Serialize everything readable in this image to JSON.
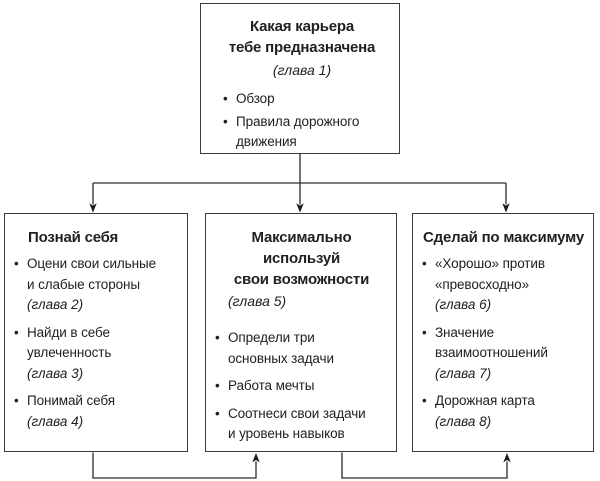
{
  "colors": {
    "line": "#2b2b2b",
    "arrow": "#1c1c1c",
    "border": "#3c3c3c",
    "background": "#ffffff",
    "text": "#212121"
  },
  "glyphs": {
    "bullet": "•"
  },
  "top_box": {
    "title_lines": [
      "Какая карьера",
      "тебе предназначена"
    ],
    "chapter": "(глава 1)",
    "bullets": [
      "Обзор",
      "Правила дорожного движения"
    ]
  },
  "left_box": {
    "title": "Познай себя",
    "items": [
      {
        "text": "Оцени свои сильные и слабые стороны",
        "chapter": "(глава 2)"
      },
      {
        "text": "Найди в себе увлеченность",
        "chapter": "(глава 3)"
      },
      {
        "text": "Понимай себя",
        "chapter": "(глава 4)"
      }
    ]
  },
  "middle_box": {
    "title_lines": [
      "Максимально используй",
      "свои возможности"
    ],
    "chapter": "(глава 5)",
    "bullets": [
      "Определи три основных задачи",
      "Работа мечты",
      "Соотнеси свои задачи и уровень навыков"
    ]
  },
  "right_box": {
    "title": "Сделай по максимуму",
    "items": [
      {
        "text": "«Хорошо» против «превосходно»",
        "chapter": "(глава 6)"
      },
      {
        "text": "Значение взаимоотношений",
        "chapter": "(глава 7)"
      },
      {
        "text": "Дорожная карта",
        "chapter": "(глава 8)"
      }
    ]
  }
}
